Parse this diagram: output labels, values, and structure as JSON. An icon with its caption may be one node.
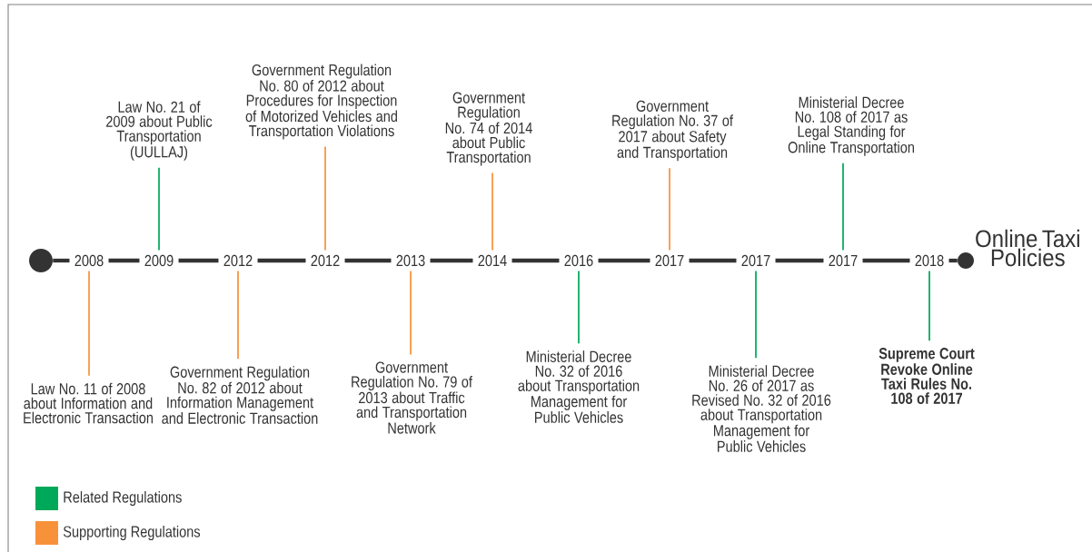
{
  "diagram": {
    "nodes": [
      {
        "text": [],
        "shape": "circle"
      },
      {
        "text": [
          "2008"
        ]
      },
      {
        "text": [
          "2009"
        ]
      },
      {
        "text": [
          "2012"
        ]
      },
      {
        "text": [
          "2012"
        ]
      },
      {
        "text": [
          "2013"
        ]
      },
      {
        "text": [
          "2014"
        ]
      },
      {
        "text": [
          "2016"
        ]
      },
      {
        "text": [
          "2017"
        ]
      },
      {
        "text": [
          "2017"
        ]
      },
      {
        "text": [
          "2017"
        ]
      },
      {
        "text": [
          "2018"
        ]
      },
      {
        "text": [],
        "shape": "circle"
      },
      {
        "text": [
          "Law No. 11 of 2008 about Information and Electronic Transaction"
        ]
      },
      {
        "text": [
          "Law No. 21 of 2009 about Public Transportation (UULLAJ)"
        ]
      },
      {
        "text": [
          "Government Regulation No. 82 of 2012 about Information Management and Electronic Transaction"
        ]
      },
      {
        "text": [
          "Government Regulation No. 80 of 2012 about Procedures for Inspection of Motorized Vehicles and Transportation Violations"
        ]
      },
      {
        "text": [
          "Government Regulation No. 79 of 2013 about Traffic and Transportation Network"
        ]
      },
      {
        "text": [
          "Government Regulation No. 74 of 2014 about Public Transportation"
        ]
      },
      {
        "text": [
          "Ministerial Decree No. 32 of 2016 about Transportation Management for Public Vehicles"
        ]
      },
      {
        "text": [
          "Government Regulation No. 37 of 2017 about Safety and Transportation"
        ]
      },
      {
        "text": [
          "Ministerial Decree No. 26 of 2017 as Revised No. 32 of 2016 about Transportation Management for Public Vehicles"
        ]
      },
      {
        "text": [
          "Ministerial Decree No. 108 of 2017 as Legal Standing for Online Transportation"
        ]
      },
      {
        "text": [
          "Supreme Court Revoke Online Taxi Rules No. 108 of 2017"
        ]
      }
    ],
    "edges": [
      {
        "from": 0,
        "to": 1,
        "arrow": "none"
      },
      {
        "from": 1,
        "to": 2,
        "arrow": "none"
      },
      {
        "from": 2,
        "to": 3,
        "arrow": "none"
      },
      {
        "from": 3,
        "to": 4,
        "arrow": "none"
      },
      {
        "from": 4,
        "to": 5,
        "arrow": "none"
      },
      {
        "from": 5,
        "to": 6,
        "arrow": "none"
      },
      {
        "from": 6,
        "to": 7,
        "arrow": "none"
      },
      {
        "from": 7,
        "to": 8,
        "arrow": "none"
      },
      {
        "from": 8,
        "to": 9,
        "arrow": "none"
      },
      {
        "from": 9,
        "to": 10,
        "arrow": "none"
      },
      {
        "from": 10,
        "to": 11,
        "arrow": "none"
      },
      {
        "from": 11,
        "to": 12,
        "arrow": "none"
      },
      {
        "from": 1,
        "to": 13,
        "arrow": "none",
        "color": "#f7923a"
      },
      {
        "from": 2,
        "to": 14,
        "arrow": "none",
        "color": "#00a859"
      },
      {
        "from": 3,
        "to": 15,
        "arrow": "none",
        "color": "#f7923a"
      },
      {
        "from": 4,
        "to": 16,
        "arrow": "none",
        "color": "#f7923a"
      },
      {
        "from": 5,
        "to": 17,
        "arrow": "none",
        "color": "#f7923a"
      },
      {
        "from": 6,
        "to": 18,
        "arrow": "none",
        "color": "#f7923a"
      },
      {
        "from": 7,
        "to": 19,
        "arrow": "none",
        "color": "#00a859"
      },
      {
        "from": 8,
        "to": 20,
        "arrow": "none",
        "color": "#f7923a"
      },
      {
        "from": 9,
        "to": 21,
        "arrow": "none",
        "color": "#00a859"
      },
      {
        "from": 10,
        "to": 22,
        "arrow": "none",
        "color": "#00a859"
      },
      {
        "from": 11,
        "to": 23,
        "arrow": "none",
        "color": "#00a859"
      }
    ],
    "labels": [
      "Online Taxi Policies"
    ],
    "legend": [
      {
        "text": "Related Regulations",
        "color": "#00a859"
      },
      {
        "text": "Supporting Regulations",
        "color": "#f7923a"
      }
    ]
  }
}
